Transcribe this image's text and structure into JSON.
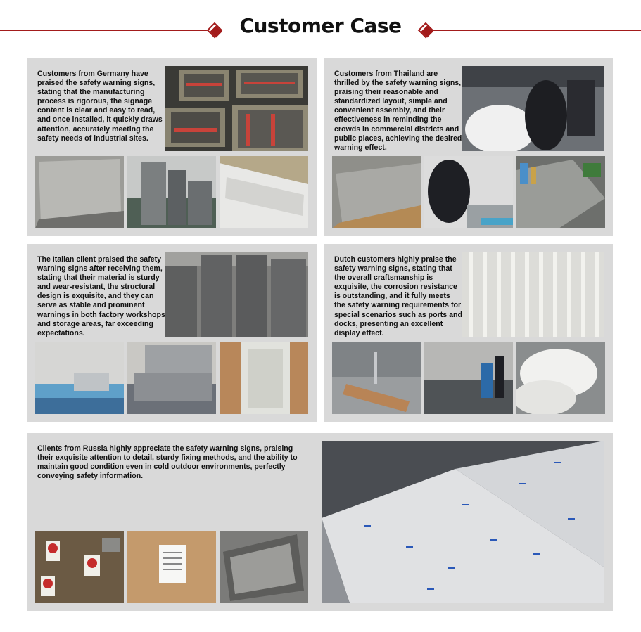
{
  "header": {
    "title": "Customer Case"
  },
  "cases": [
    {
      "text": "Customers from Germany have praised the safety warning signs, stating that the manufacturing process is rigorous, the signage content is clear and easy to read, and once installed, it quickly draws attention, accurately meeting the safety needs of industrial sites."
    },
    {
      "text": "Customers from Thailand are thrilled by the safety warning signs, praising their reasonable and standardized layout, simple and convenient assembly, and their effectiveness in reminding the crowds in commercial districts and public places, achieving the desired warning effect."
    },
    {
      "text": "The Italian client praised the safety warning signs after receiving them, stating that their material is sturdy and wear-resistant, the structural design is exquisite, and they can serve as stable and prominent warnings in both factory workshops and storage areas, far exceeding expectations."
    },
    {
      "text": "Dutch customers highly praise the safety warning signs, stating that the overall craftsmanship is exquisite, the corrosion resistance is outstanding, and it fully meets the safety warning requirements for special scenarios such as ports and docks, presenting an excellent display effect."
    },
    {
      "text": "Clients from Russia highly appreciate the safety warning signs, praising their exquisite attention to detail, sturdy fixing methods, and the ability to maintain good condition even in cold outdoor environments, perfectly conveying safety information."
    }
  ],
  "colors": {
    "accent": "#a31b1b",
    "panel": "#d9d9d9"
  }
}
